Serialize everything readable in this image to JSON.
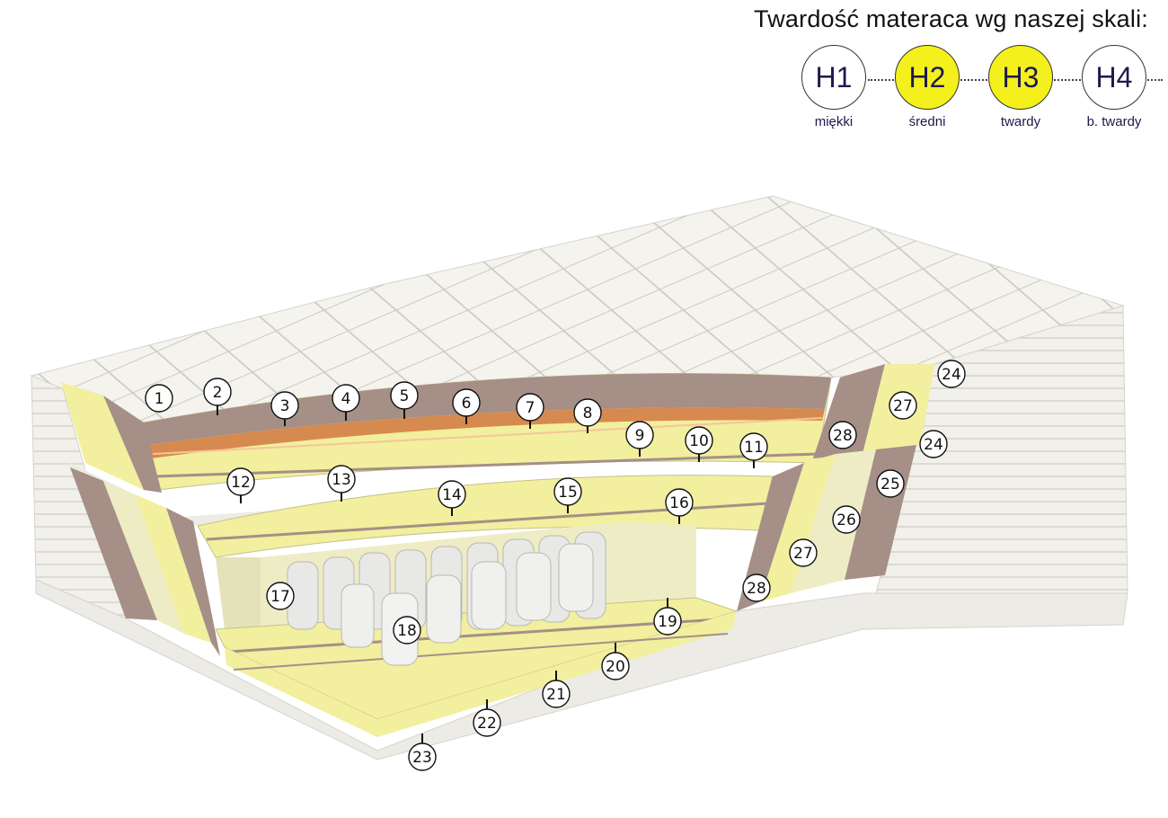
{
  "title": "Twardość materaca wg naszej skali:",
  "scale": [
    {
      "code": "H1",
      "label": "miękki",
      "highlight": false
    },
    {
      "code": "H2",
      "label": "średni",
      "highlight": true
    },
    {
      "code": "H3",
      "label": "twardy",
      "highlight": true
    },
    {
      "code": "H4",
      "label": "b. twardy",
      "highlight": false
    }
  ],
  "colors": {
    "highlight": "#f4f01c",
    "cover": "#f1f0ea",
    "yellow_foam": "#f2ef9e",
    "mocha_foam": "#a58f87",
    "copper_foam": "#d78a4f",
    "cream_foam": "#eeecc4",
    "spring": "#e8e8e6"
  },
  "labels": [
    "1",
    "2",
    "3",
    "4",
    "5",
    "6",
    "7",
    "8",
    "9",
    "10",
    "11",
    "12",
    "13",
    "14",
    "15",
    "16",
    "17",
    "18",
    "19",
    "20",
    "21",
    "22",
    "23",
    "24",
    "24",
    "25",
    "26",
    "27",
    "27",
    "28",
    "28"
  ]
}
